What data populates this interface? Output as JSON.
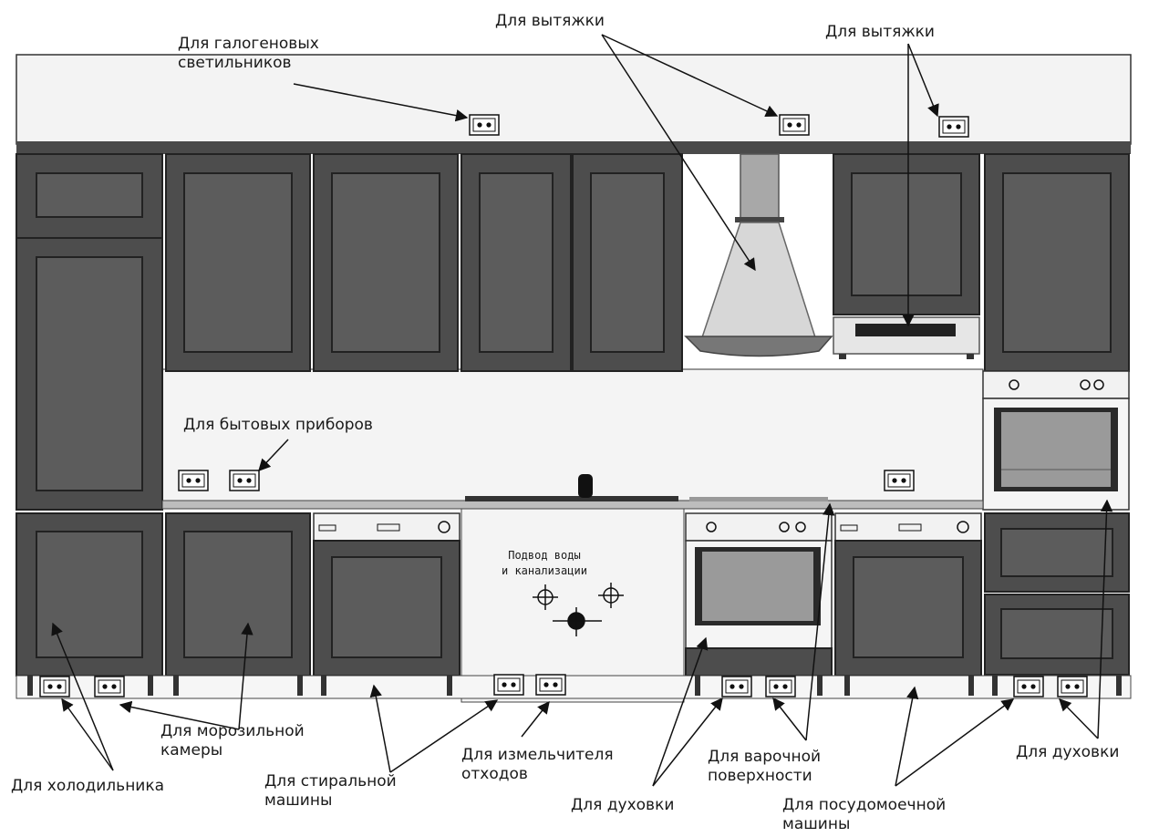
{
  "labels": {
    "halogen": [
      "Для галогеновых",
      "светильников"
    ],
    "hood_1": [
      "Для вытяжки"
    ],
    "hood_2": [
      "Для вытяжки"
    ],
    "appliances": [
      "Для бытовых приборов"
    ],
    "freezer": [
      "Для морозильной",
      "камеры"
    ],
    "fridge": [
      "Для холодильника"
    ],
    "washer": [
      "Для стиральной",
      "машины"
    ],
    "disposer": [
      "Для измельчителя",
      "отходов"
    ],
    "oven_bottom": [
      "Для духовки"
    ],
    "hob": [
      "Для варочной",
      "поверхности"
    ],
    "dishwasher": [
      "Для посудомоечной",
      "машины"
    ],
    "oven_right": [
      "Для духовки"
    ]
  },
  "plumbing_note": [
    "Подвод воды",
    "и канализации"
  ],
  "colors": {
    "cabinet": "#4d4d4d",
    "cabinet_panel": "#5c5c5c",
    "outline": "#222222",
    "wall": "#f4f4f4",
    "background": "#ffffff"
  }
}
